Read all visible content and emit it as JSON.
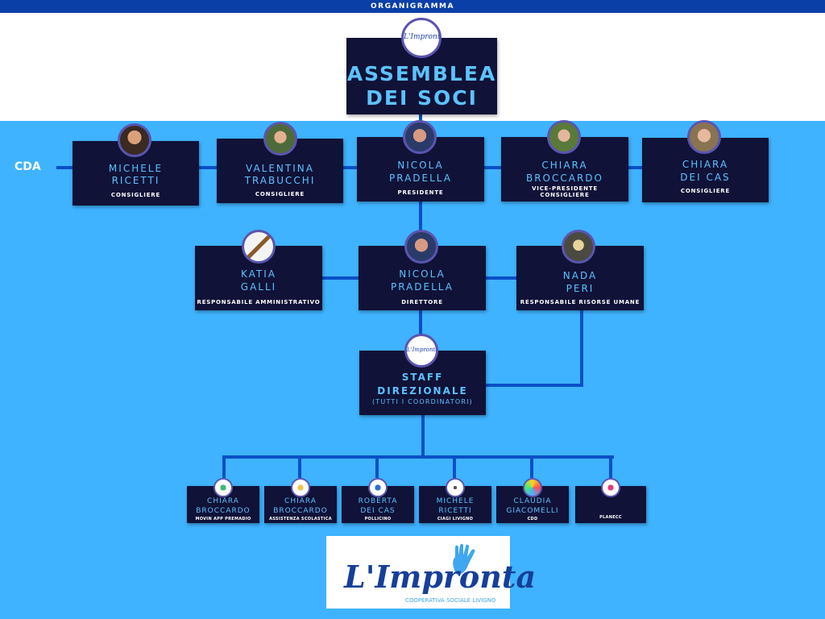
{
  "header": {
    "title": "ORGANIGRAMMA"
  },
  "assemblea": {
    "line1": "ASSEMBLEA",
    "line2": "DEI SOCI",
    "logo_text": "L'Impronta"
  },
  "cda_label": "CDA",
  "board": [
    {
      "name1": "MICHELE",
      "name2": "RICETTI",
      "role": "CONSIGLIERE"
    },
    {
      "name1": "VALENTINA",
      "name2": "TRABUCCHI",
      "role": "CONSIGLIERE"
    },
    {
      "name1": "NICOLA",
      "name2": "PRADELLA",
      "role": "PRESIDENTE"
    },
    {
      "name1": "CHIARA",
      "name2": "BROCCARDO",
      "role": "VICE-PRESIDENTE",
      "role2": "CONSIGLIERE"
    },
    {
      "name1": "CHIARA",
      "name2": "DEI CAS",
      "role": "CONSIGLIERE"
    }
  ],
  "management": [
    {
      "name1": "KATIA",
      "name2": "GALLI",
      "role": "RESPONSABILE AMMINISTRATIVO"
    },
    {
      "name1": "NICOLA",
      "name2": "PRADELLA",
      "role": "DIRETTORE"
    },
    {
      "name1": "NADA",
      "name2": "PERI",
      "role": "RESPONSABILE RISORSE UMANE"
    }
  ],
  "staff": {
    "line1": "STAFF",
    "line2": "DIREZIONALE",
    "line3": "(TUTTI I COORDINATORI)",
    "logo_text": "L'Impronta"
  },
  "services": [
    {
      "name1": "CHIARA",
      "name2": "BROCCARDO",
      "role": "MOVIN APP PREMADIO"
    },
    {
      "name1": "CHIARA",
      "name2": "BROCCARDO",
      "role": "ASSISTENZA SCOLASTICA"
    },
    {
      "name1": "ROBERTA",
      "name2": "DEI CAS",
      "role": "POLLICINO"
    },
    {
      "name1": "MICHELE",
      "name2": "RICETTI",
      "role": "CIAGI LIVIGNO"
    },
    {
      "name1": "CLAUDIA",
      "name2": "GIACOMELLI",
      "role": "CDD"
    },
    {
      "name1": "",
      "name2": "",
      "role": "PLANECC"
    }
  ],
  "footer_logo": {
    "brand": "L'Impronta",
    "tagline": "COOPERATIVA SOCIALE LIVIGNO"
  },
  "colors": {
    "box": "#101237",
    "name": "#5cc2ff",
    "background": "#3fb3ff",
    "line": "#0a4fc8",
    "topbar": "#0a3fa8"
  }
}
